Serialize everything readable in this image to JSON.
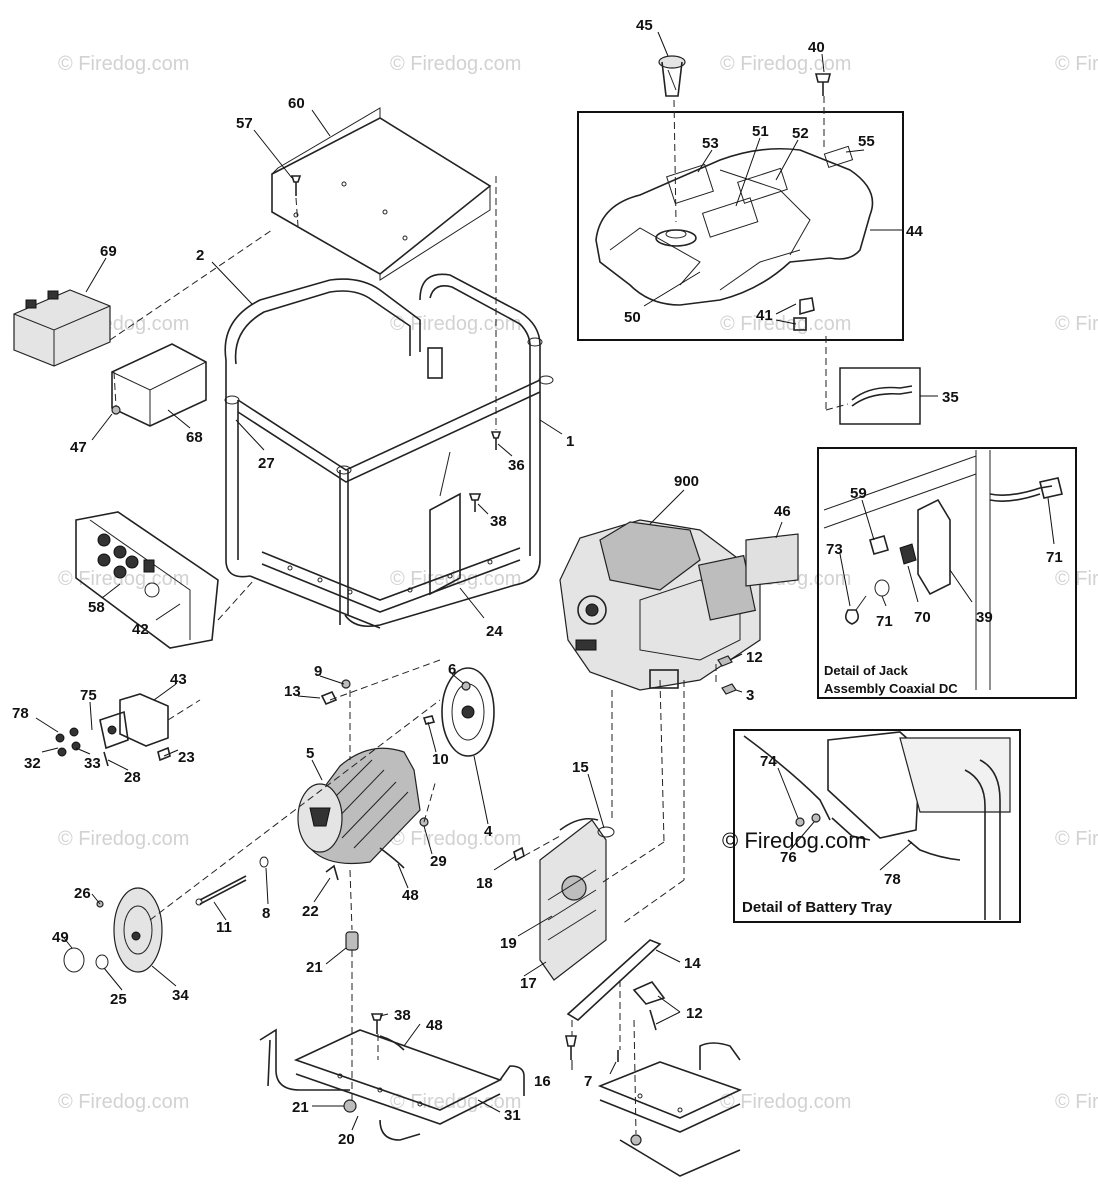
{
  "watermark": "© Firedog.com",
  "watermark_large": "© Firedog.com",
  "detail_captions": {
    "jack_line1": "Detail of Jack",
    "jack_line2": "Assembly Coaxial DC",
    "battery": "Detail of Battery Tray"
  },
  "callouts": {
    "c45": "45",
    "c40": "40",
    "c60": "60",
    "c57": "57",
    "c53": "53",
    "c51": "51",
    "c52": "52",
    "c55": "55",
    "c44": "44",
    "c69": "69",
    "c2": "2",
    "c50": "50",
    "c41": "41",
    "c35": "35",
    "c47": "47",
    "c68": "68",
    "c27": "27",
    "c36": "36",
    "c1": "1",
    "c900": "900",
    "c59": "59",
    "c71a": "71",
    "c73": "73",
    "c70": "70",
    "c71b": "71",
    "c39": "39",
    "c38a": "38",
    "c46": "46",
    "c58": "58",
    "c42": "42",
    "c24": "24",
    "c12a": "12",
    "c3": "3",
    "c43": "43",
    "c9": "9",
    "c6": "6",
    "c13": "13",
    "c75": "75",
    "c78a": "78",
    "c5": "5",
    "c10": "10",
    "c4": "4",
    "c32": "32",
    "c33": "33",
    "c28": "28",
    "c23": "23",
    "c15": "15",
    "c74": "74",
    "c76": "76",
    "c78b": "78",
    "c29": "29",
    "c18": "18",
    "c48a": "48",
    "c26": "26",
    "c11": "11",
    "c8": "8",
    "c22": "22",
    "c49": "49",
    "c25": "25",
    "c34": "34",
    "c21a": "21",
    "c19": "19",
    "c17": "17",
    "c14": "14",
    "c38b": "38",
    "c48b": "48",
    "c12b": "12",
    "c16": "16",
    "c7": "7",
    "c21b": "21",
    "c20": "20",
    "c31": "31"
  }
}
